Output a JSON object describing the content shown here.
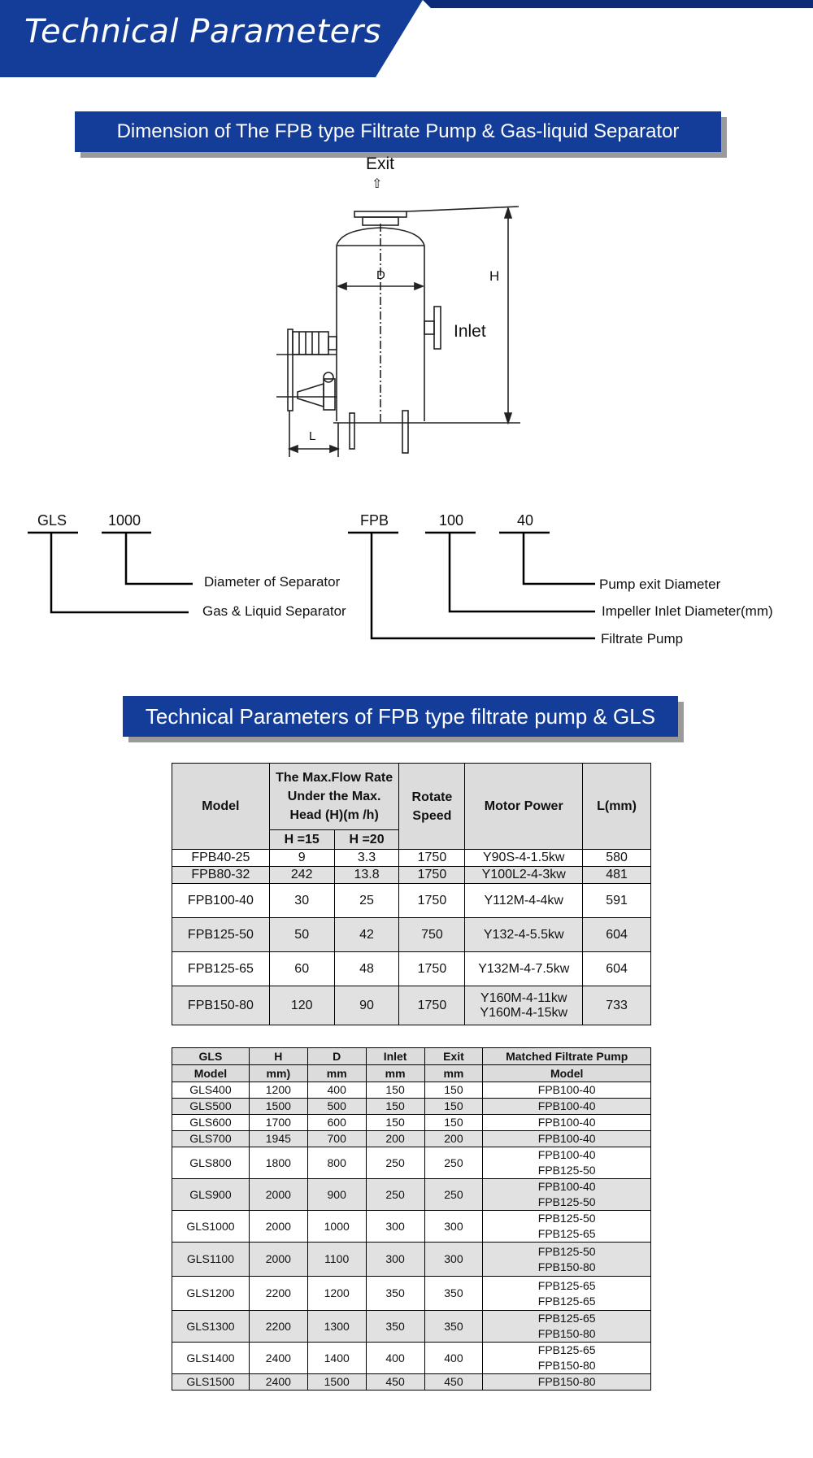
{
  "header": {
    "title": "Technical Parameters",
    "colors": {
      "primary": "#133d99",
      "dark": "#0b2a78"
    }
  },
  "section1": {
    "title": "Dimension of The FPB type Filtrate Pump & Gas-liquid Separator"
  },
  "diagram": {
    "exit": "Exit",
    "inlet": "Inlet",
    "d": "D",
    "h": "H",
    "l": "L",
    "arrow": "⇧"
  },
  "code_left": {
    "code1": "GLS",
    "code2": "1000",
    "desc1": "Diameter of Separator",
    "desc2": "Gas & Liquid Separator"
  },
  "code_right": {
    "code1": "FPB",
    "code2": "100",
    "code3": "40",
    "desc1": "Pump exit Diameter",
    "desc2": "Impeller Inlet Diameter(mm)",
    "desc3": "Filtrate Pump"
  },
  "section2": {
    "title": "Technical Parameters of FPB type filtrate pump & GLS"
  },
  "table1": {
    "headers": {
      "model": "Model",
      "flow": "The Max.Flow Rate Under the Max. Head (H)(m /h)",
      "h15": "H =15",
      "h20": "H =20",
      "speed": "Rotate Speed",
      "motor": "Motor Power",
      "l": "L(mm)"
    },
    "rows": [
      {
        "model": "FPB40-25",
        "h15": "9",
        "h20": "3.3",
        "speed": "1750",
        "motor": "Y90S-4-1.5kw",
        "motor2": "",
        "l": "580"
      },
      {
        "model": "FPB80-32",
        "h15": "242",
        "h20": "13.8",
        "speed": "1750",
        "motor": "Y100L2-4-3kw",
        "motor2": "",
        "l": "481"
      },
      {
        "model": "FPB100-40",
        "h15": "30",
        "h20": "25",
        "speed": "1750",
        "motor": "Y112M-4-4kw",
        "motor2": "",
        "l": "591"
      },
      {
        "model": "FPB125-50",
        "h15": "50",
        "h20": "42",
        "speed": "750",
        "motor": "Y132-4-5.5kw",
        "motor2": "",
        "l": "604"
      },
      {
        "model": "FPB125-65",
        "h15": "60",
        "h20": "48",
        "speed": "1750",
        "motor": "Y132M-4-7.5kw",
        "motor2": "",
        "l": "604"
      },
      {
        "model": "FPB150-80",
        "h15": "120",
        "h20": "90",
        "speed": "1750",
        "motor": "Y160M-4-11kw",
        "motor2": "Y160M-4-15kw",
        "l": "733"
      }
    ]
  },
  "table2": {
    "headers": {
      "gls": "GLS",
      "model": "Model",
      "h": "H",
      "h_unit": "mm)",
      "d": "D",
      "d_unit": "mm",
      "inlet": "Inlet",
      "inlet_unit": "mm",
      "exit": "Exit",
      "exit_unit": "mm",
      "matched": "Matched Filtrate Pump",
      "matched2": "Model"
    },
    "rows": [
      {
        "model": "GLS400",
        "h": "1200",
        "d": "400",
        "inlet": "150",
        "exit": "150",
        "pump1": "FPB100-40",
        "pump2": ""
      },
      {
        "model": "GLS500",
        "h": "1500",
        "d": "500",
        "inlet": "150",
        "exit": "150",
        "pump1": "FPB100-40",
        "pump2": ""
      },
      {
        "model": "GLS600",
        "h": "1700",
        "d": "600",
        "inlet": "150",
        "exit": "150",
        "pump1": "FPB100-40",
        "pump2": ""
      },
      {
        "model": "GLS700",
        "h": "1945",
        "d": "700",
        "inlet": "200",
        "exit": "200",
        "pump1": "FPB100-40",
        "pump2": ""
      },
      {
        "model": "GLS800",
        "h": "1800",
        "d": "800",
        "inlet": "250",
        "exit": "250",
        "pump1": "FPB100-40",
        "pump2": "FPB125-50"
      },
      {
        "model": "GLS900",
        "h": "2000",
        "d": "900",
        "inlet": "250",
        "exit": "250",
        "pump1": "FPB100-40",
        "pump2": "FPB125-50"
      },
      {
        "model": "GLS1000",
        "h": "2000",
        "d": "1000",
        "inlet": "300",
        "exit": "300",
        "pump1": "FPB125-50",
        "pump2": "FPB125-65"
      },
      {
        "model": "GLS1100",
        "h": "2000",
        "d": "1100",
        "inlet": "300",
        "exit": "300",
        "pump1": "FPB125-50",
        "pump2": "FPB150-80"
      },
      {
        "model": "GLS1200",
        "h": "2200",
        "d": "1200",
        "inlet": "350",
        "exit": "350",
        "pump1": "FPB125-65",
        "pump2": "FPB125-65"
      },
      {
        "model": "GLS1300",
        "h": "2200",
        "d": "1300",
        "inlet": "350",
        "exit": "350",
        "pump1": "FPB125-65",
        "pump2": "FPB150-80"
      },
      {
        "model": "GLS1400",
        "h": "2400",
        "d": "1400",
        "inlet": "400",
        "exit": "400",
        "pump1": "FPB125-65",
        "pump2": "FPB150-80"
      },
      {
        "model": "GLS1500",
        "h": "2400",
        "d": "1500",
        "inlet": "450",
        "exit": "450",
        "pump1": "FPB150-80",
        "pump2": ""
      }
    ]
  }
}
